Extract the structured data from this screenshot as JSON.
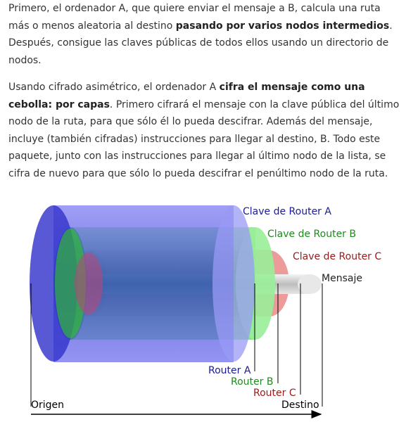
{
  "article": {
    "p1_a": "Primero, el ordenador A, que quiere enviar el mensaje a B, calcula una ruta más o menos aleatoria al destino ",
    "p1_bold": "pasando por varios nodos intermedios",
    "p1_b": ". Después, consigue las claves públicas de todos ellos usando un directorio de nodos.",
    "p2_a": "Usando cifrado asimétrico, el ordenador A ",
    "p2_bold": "cifra el mensaje como una cebolla: por capas",
    "p2_b": ". Primero cifrará el mensaje con la clave pública del último nodo de la ruta, para que sólo él lo pueda descifrar. Además del mensaje, incluye (también cifradas) instrucciones para llegar al destino, B. Todo este paquete, junto con las instrucciones para llegar al último nodo de la lista, se cifra de nuevo para que sólo lo pueda descifrar el penúltimo nodo de la ruta."
  },
  "diagram": {
    "key_a": "Clave de Router A",
    "key_b": "Clave de Router B",
    "key_c": "Clave de Router C",
    "message": "Mensaje",
    "router_a": "Router A",
    "router_b": "Router B",
    "router_c": "Router C",
    "origin": "Origen",
    "destination": "Destino",
    "colors": {
      "layer_a": "#4a4ae6",
      "layer_b": "#33cc33",
      "layer_c": "#e06666",
      "message": "#d9d9d9",
      "label_a": "#1a1a99",
      "label_b": "#1f8a1f",
      "label_c": "#991a1a"
    }
  }
}
